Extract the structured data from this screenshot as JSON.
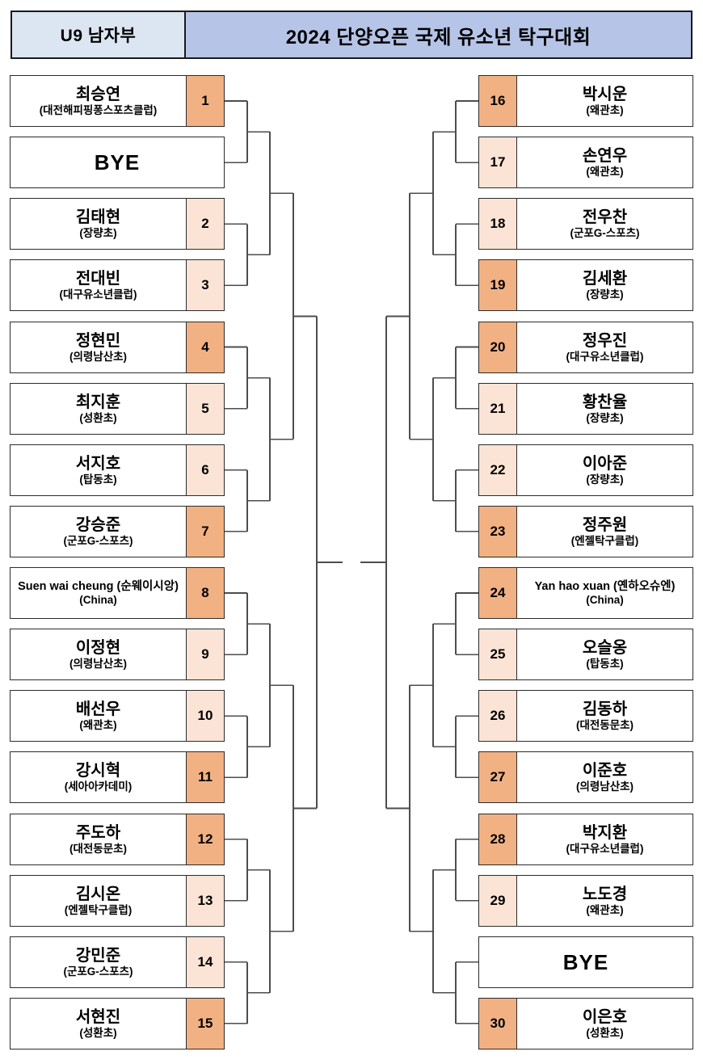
{
  "header": {
    "division": "U9 남자부",
    "title": "2024 단양오픈 국제 유소년 탁구대회"
  },
  "colors": {
    "seed_strong": "#F2B183",
    "seed_light": "#FBE4D5",
    "header_left_bg": "#DCE6F2",
    "header_right_bg": "#B6C5E7",
    "box_border": "#2b2b2b",
    "line": "#4d4d4d"
  },
  "bye_label": "BYE",
  "bracket": {
    "left": [
      {
        "name": "최승연",
        "club": "(대전해피핑퐁스포츠클럽)",
        "seed": "1",
        "seed_strong": true
      },
      {
        "bye": true
      },
      {
        "name": "김태현",
        "club": "(장량초)",
        "seed": "2",
        "seed_strong": false
      },
      {
        "name": "전대빈",
        "club": "(대구유소년클럽)",
        "seed": "3",
        "seed_strong": false
      },
      {
        "name": "정현민",
        "club": "(의령남산초)",
        "seed": "4",
        "seed_strong": true
      },
      {
        "name": "최지훈",
        "club": "(성환초)",
        "seed": "5",
        "seed_strong": false
      },
      {
        "name": "서지호",
        "club": "(탑동초)",
        "seed": "6",
        "seed_strong": false
      },
      {
        "name": "강승준",
        "club": "(군포G-스포츠)",
        "seed": "7",
        "seed_strong": true
      },
      {
        "name": "Suen wai cheung (순웨이시앙)",
        "club": "(China)",
        "seed": "8",
        "seed_strong": true
      },
      {
        "name": "이정현",
        "club": "(의령남산초)",
        "seed": "9",
        "seed_strong": false
      },
      {
        "name": "배선우",
        "club": "(왜관초)",
        "seed": "10",
        "seed_strong": false
      },
      {
        "name": "강시혁",
        "club": "(세아아카데미)",
        "seed": "11",
        "seed_strong": true
      },
      {
        "name": "주도하",
        "club": "(대전동문초)",
        "seed": "12",
        "seed_strong": true
      },
      {
        "name": "김시온",
        "club": "(엔젤탁구클럽)",
        "seed": "13",
        "seed_strong": false
      },
      {
        "name": "강민준",
        "club": "(군포G-스포츠)",
        "seed": "14",
        "seed_strong": false
      },
      {
        "name": "서현진",
        "club": "(성환초)",
        "seed": "15",
        "seed_strong": true
      }
    ],
    "right": [
      {
        "name": "박시운",
        "club": "(왜관초)",
        "seed": "16",
        "seed_strong": true
      },
      {
        "name": "손연우",
        "club": "(왜관초)",
        "seed": "17",
        "seed_strong": false
      },
      {
        "name": "전우찬",
        "club": "(군포G-스포츠)",
        "seed": "18",
        "seed_strong": false
      },
      {
        "name": "김세환",
        "club": "(장량초)",
        "seed": "19",
        "seed_strong": true
      },
      {
        "name": "정우진",
        "club": "(대구유소년클럽)",
        "seed": "20",
        "seed_strong": true
      },
      {
        "name": "황찬율",
        "club": "(장량초)",
        "seed": "21",
        "seed_strong": false
      },
      {
        "name": "이아준",
        "club": "(장량초)",
        "seed": "22",
        "seed_strong": false
      },
      {
        "name": "정주원",
        "club": "(엔젤탁구클럽)",
        "seed": "23",
        "seed_strong": true
      },
      {
        "name": "Yan hao xuan (옌하오슈엔)",
        "club": "(China)",
        "seed": "24",
        "seed_strong": true
      },
      {
        "name": "오슬옹",
        "club": "(탑동초)",
        "seed": "25",
        "seed_strong": false
      },
      {
        "name": "김동하",
        "club": "(대전동문초)",
        "seed": "26",
        "seed_strong": false
      },
      {
        "name": "이준호",
        "club": "(의령남산초)",
        "seed": "27",
        "seed_strong": true
      },
      {
        "name": "박지환",
        "club": "(대구유소년클럽)",
        "seed": "28",
        "seed_strong": true
      },
      {
        "name": "노도경",
        "club": "(왜관초)",
        "seed": "29",
        "seed_strong": false
      },
      {
        "bye": true
      },
      {
        "name": "이은호",
        "club": "(성환초)",
        "seed": "30",
        "seed_strong": true
      }
    ]
  }
}
